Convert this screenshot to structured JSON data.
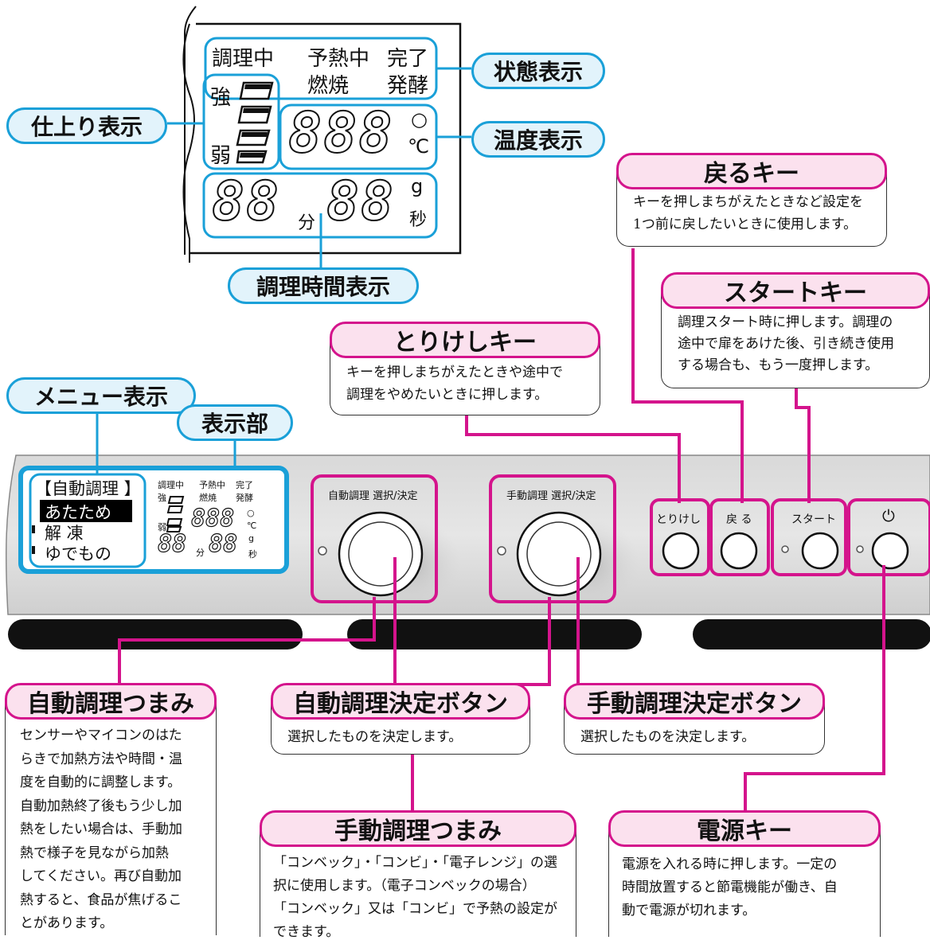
{
  "status_labels": {
    "cooking": "調理中",
    "preheating": "予熱中",
    "done": "完了",
    "combustion": "燃焼",
    "fermentation": "発酵"
  },
  "finish_labels": {
    "strong": "強",
    "weak": "弱"
  },
  "temp_digits": "888",
  "temp_units": {
    "degree": "○",
    "celsius": "℃"
  },
  "time_digits": {
    "minutes": "88",
    "seconds": "88"
  },
  "time_units": {
    "minute": "分",
    "second": "秒",
    "gram": "g"
  },
  "pills": {
    "status_display": "状態表示",
    "finish_display": "仕上り表示",
    "temp_display": "温度表示",
    "time_display": "調理時間表示",
    "menu_display": "メニュー表示",
    "display_section": "表示部"
  },
  "menu": {
    "header": "【自動調理 】",
    "selected": "あたため",
    "items": [
      "解 凍",
      "ゆでもの"
    ]
  },
  "mini_lcd": {
    "cooking": "調理中",
    "preheating": "予熱中",
    "done": "完了",
    "strong": "強",
    "combustion": "燃焼",
    "fermentation": "発酵",
    "weak": "弱",
    "temp": "888",
    "degree": "○",
    "celsius": "℃",
    "minutes": "88",
    "minute": "分",
    "seconds": "88",
    "gram": "g",
    "second": "秒"
  },
  "panel": {
    "auto_knob_label": "自動調理 選択/決定",
    "manual_knob_label": "手動調理 選択/決定",
    "cancel_key": "とりけし",
    "back_key": "戻 る",
    "start_key": "スタート",
    "power_symbol": "⏻"
  },
  "callouts": {
    "back": {
      "title": "戻るキー",
      "lines": [
        "キーを押しまちがえたときなど設定を",
        "1つ前に戻したいときに使用します。"
      ]
    },
    "start": {
      "title": "スタートキー",
      "lines": [
        "調理スタート時に押します。調理の",
        "途中で扉をあけた後、引き続き使用",
        "する場合も、もう一度押します。"
      ]
    },
    "cancel": {
      "title": "とりけしキー",
      "lines": [
        "キーを押しまちがえたときや途中で",
        "調理をやめたいときに押します。"
      ]
    },
    "auto_knob": {
      "title": "自動調理つまみ",
      "lines": [
        "センサーやマイコンのはた",
        "らきで加熱方法や時間・温",
        "度を自動的に調整します。",
        "自動加熱終了後もう少し加",
        "熱をしたい場合は、手動加",
        "熱で様子を見ながら加熱",
        "してください。再び自動加",
        "熱すると、食品が焦げるこ",
        "とがあります。"
      ]
    },
    "auto_button": {
      "title": "自動調理決定ボタン",
      "lines": [
        "選択したものを決定します。"
      ]
    },
    "manual_button": {
      "title": "手動調理決定ボタン",
      "lines": [
        "選択したものを決定します。"
      ]
    },
    "manual_knob": {
      "title": "手動調理つまみ",
      "lines": [
        "「コンベック」・「コンビ」・「電子レンジ」の選",
        "択に使用します。（電子コンベックの場合）",
        "「コンベック」又は「コンビ」で予熱の設定が",
        "できます。"
      ]
    },
    "power": {
      "title": "電源キー",
      "lines": [
        "電源を入れる時に押します。一定の",
        "時間放置すると節電機能が働き、自",
        "動で電源が切れます。"
      ]
    }
  },
  "colors": {
    "blue": "#1aa0d8",
    "pink": "#d4148c",
    "pink_fill": "#fbe1ee",
    "blue_fill": "#e2f3fb"
  }
}
